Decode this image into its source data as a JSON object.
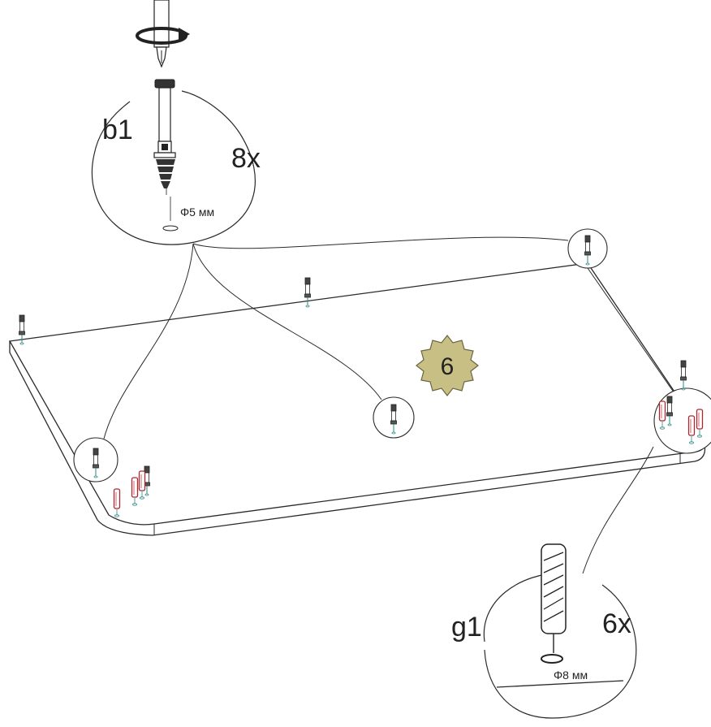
{
  "callout_top": {
    "part_code": "b1",
    "quantity": "8x",
    "hole_size": "Φ5 мм"
  },
  "callout_bottom": {
    "part_code": "g1",
    "quantity": "6x",
    "hole_size": "Φ8 мм"
  },
  "step": {
    "number": "6",
    "badge_color": "#c8bf84"
  },
  "colors": {
    "line": "#2a2a2a",
    "dowel_red": "#b0262f",
    "hole_teal": "#2a8a86"
  }
}
